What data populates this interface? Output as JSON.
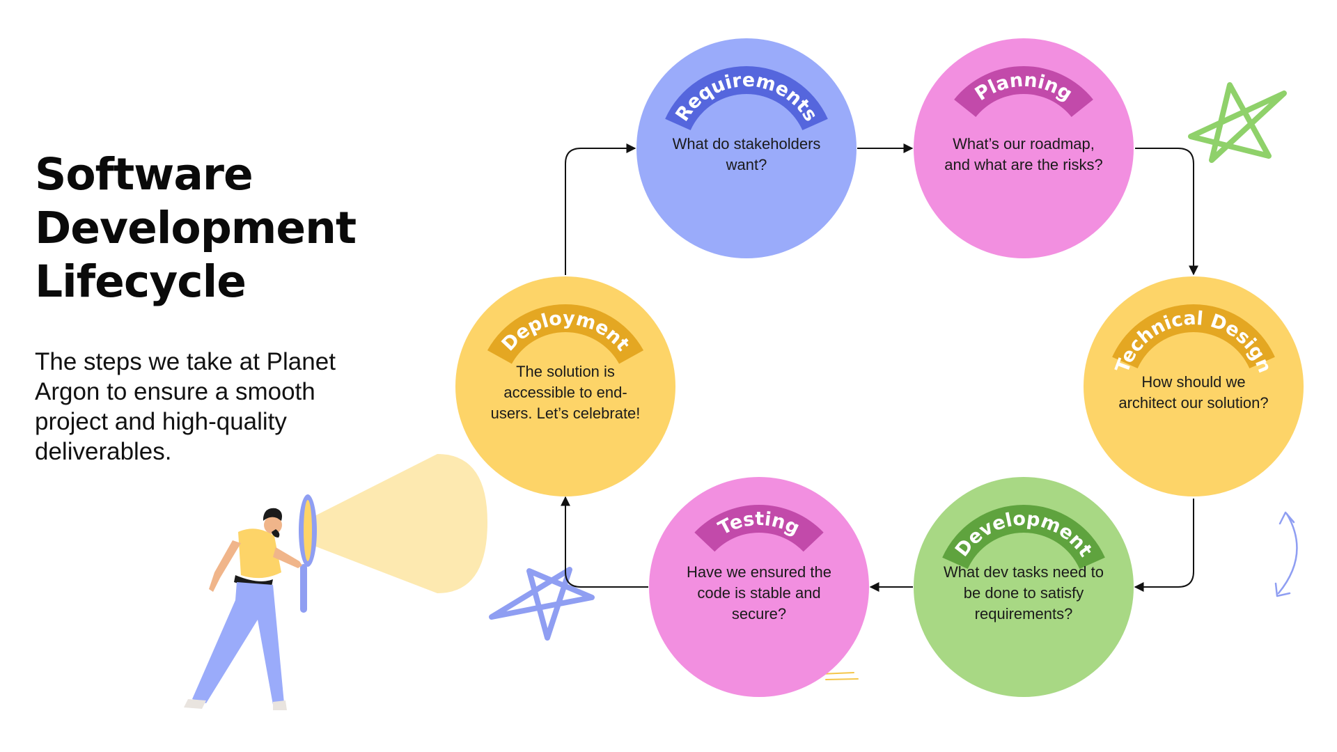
{
  "title": {
    "lines": [
      "Software",
      "Development",
      "Lifecycle"
    ]
  },
  "intro": {
    "lines": [
      "The steps we take at Planet",
      "Argon to ensure a smooth",
      "project and high-quality",
      "deliverables."
    ]
  },
  "colors": {
    "blue": "#9aabfa",
    "blue_banner": "#5566dd",
    "pink": "#f28fe0",
    "pink_banner": "#c24aaa",
    "yellow": "#fdd468",
    "yellow_banner": "#e4a722",
    "green": "#a8d884",
    "green_banner": "#5fa33e",
    "flashlight_beam": "#fde9b0",
    "star_green": "#8fd16a",
    "star_blue": "#8f9ef2",
    "connector": "#111111"
  },
  "stages": [
    {
      "id": "requirements",
      "label": "Requirements",
      "question_lines": [
        "What do stakeholders",
        "want?"
      ],
      "color_key": "blue"
    },
    {
      "id": "planning",
      "label": "Planning",
      "question_lines": [
        "What’s our roadmap,",
        "and what are the risks?"
      ],
      "color_key": "pink"
    },
    {
      "id": "technical-design",
      "label": "Technical Design",
      "question_lines": [
        "How should we",
        "architect our solution?"
      ],
      "color_key": "yellow"
    },
    {
      "id": "development",
      "label": "Development",
      "question_lines": [
        "What dev tasks need to",
        "be done to satisfy",
        "requirements?"
      ],
      "color_key": "green"
    },
    {
      "id": "testing",
      "label": "Testing",
      "question_lines": [
        "Have we ensured the",
        "code is stable and",
        "secure?"
      ],
      "color_key": "pink"
    },
    {
      "id": "deployment",
      "label": "Deployment",
      "question_lines": [
        "The solution is",
        "accessible to end-",
        "users. Let’s celebrate!"
      ],
      "color_key": "yellow"
    }
  ],
  "flow": [
    {
      "from": "requirements",
      "to": "planning"
    },
    {
      "from": "planning",
      "to": "technical-design"
    },
    {
      "from": "technical-design",
      "to": "development"
    },
    {
      "from": "development",
      "to": "testing"
    },
    {
      "from": "testing",
      "to": "deployment"
    },
    {
      "from": "deployment",
      "to": "requirements"
    }
  ],
  "decorations": [
    {
      "type": "star-icon",
      "color_key": "star_green"
    },
    {
      "type": "star-icon",
      "color_key": "star_blue"
    },
    {
      "type": "curved-double-arrow-icon",
      "color_key": "star_blue"
    },
    {
      "type": "person-with-flashlight-illustration",
      "color_key": "flashlight_beam"
    }
  ]
}
